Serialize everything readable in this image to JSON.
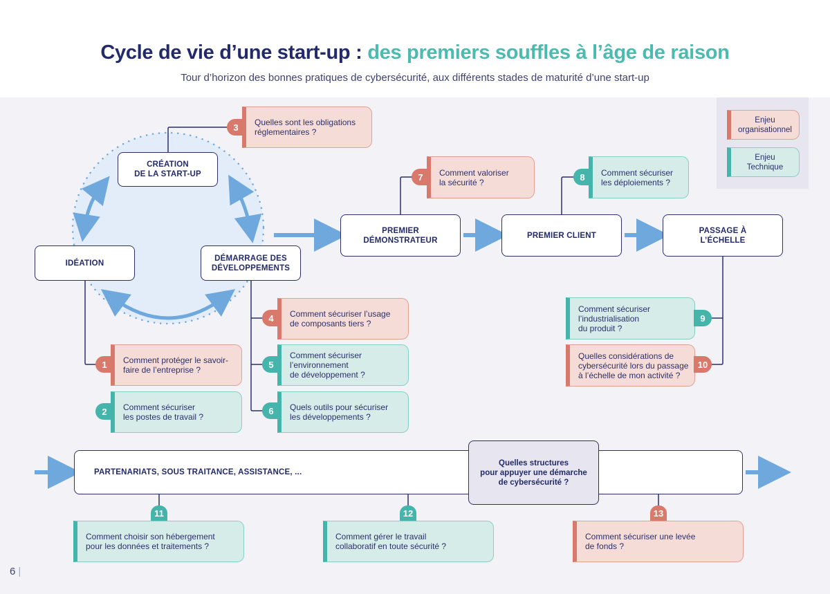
{
  "header": {
    "title_part1": "Cycle de vie d’une start-up : ",
    "title_part2": "des premiers souffles à l’âge de raison",
    "subtitle": "Tour d’horizon des bonnes pratiques de cybersécurité, aux différents stades de maturité d’une start-up"
  },
  "colors": {
    "navy": "#232a6b",
    "teal": "#4dbab0",
    "org_fill": "#f6dcd6",
    "org_accent": "#d9796b",
    "tech_fill": "#d6ece9",
    "tech_accent": "#45b4aa",
    "arrow_blue": "#6fa8dc",
    "canvas_bg": "#f2f2f7",
    "legend_bg": "#e6e5f0"
  },
  "legend": [
    {
      "type": "org",
      "label_line1": "Enjeu",
      "label_line2": "organisationnel"
    },
    {
      "type": "tech",
      "label_line1": "Enjeu",
      "label_line2": "Technique"
    }
  ],
  "stages": {
    "ideation": "IDÉATION",
    "creation": [
      "CRÉATION",
      "DE LA START-UP"
    ],
    "demarrage": [
      "DÉMARRAGE DES",
      "DÉVELOPPEMENTS"
    ],
    "demonstrateur": [
      "PREMIER",
      "DÉMONSTRATEUR"
    ],
    "client": "PREMIER CLIENT",
    "echelle": [
      "PASSAGE À",
      "L’ÉCHELLE"
    ]
  },
  "questions": [
    {
      "num": "1",
      "type": "org",
      "lines": [
        "Comment protéger le savoir-",
        "faire de l’entreprise ?"
      ]
    },
    {
      "num": "2",
      "type": "tech",
      "lines": [
        "Comment sécuriser",
        "les postes de travail ?"
      ]
    },
    {
      "num": "3",
      "type": "org",
      "lines": [
        "Quelles sont les obligations",
        "réglementaires ?"
      ]
    },
    {
      "num": "4",
      "type": "org",
      "lines": [
        "Comment sécuriser l’usage",
        "de composants tiers ?"
      ]
    },
    {
      "num": "5",
      "type": "tech",
      "lines": [
        "Comment sécuriser",
        "l’environnement",
        "de développement ?"
      ]
    },
    {
      "num": "6",
      "type": "tech",
      "lines": [
        "Quels outils pour sécuriser",
        "les développements ?"
      ]
    },
    {
      "num": "7",
      "type": "org",
      "lines": [
        "Comment valoriser",
        "la sécurité ?"
      ]
    },
    {
      "num": "8",
      "type": "tech",
      "lines": [
        "Comment sécuriser",
        "les déploiements ?"
      ]
    },
    {
      "num": "9",
      "type": "tech",
      "lines": [
        "Comment sécuriser",
        "l’industrialisation",
        "du produit ?"
      ]
    },
    {
      "num": "10",
      "type": "org",
      "lines": [
        "Quelles considérations de",
        "cybersécurité lors du passage",
        "à l’échelle de mon activité ?"
      ]
    },
    {
      "num": "11",
      "type": "tech",
      "lines": [
        "Comment choisir son hébergement",
        "pour les données et traitements ?"
      ]
    },
    {
      "num": "12",
      "type": "tech",
      "lines": [
        "Comment gérer le travail",
        "collaboratif en toute sécurité ?"
      ]
    },
    {
      "num": "13",
      "type": "org",
      "lines": [
        "Comment sécuriser une levée",
        "de fonds ?"
      ]
    }
  ],
  "bottom_bar": {
    "label": "PARTENARIATS, SOUS TRAITANCE, ASSISTANCE, ...",
    "structures": [
      "Quelles structures",
      "pour appuyer une démarche",
      "de cybersécurité ?"
    ]
  },
  "footer": {
    "page_number": "6",
    "separator": "|"
  }
}
